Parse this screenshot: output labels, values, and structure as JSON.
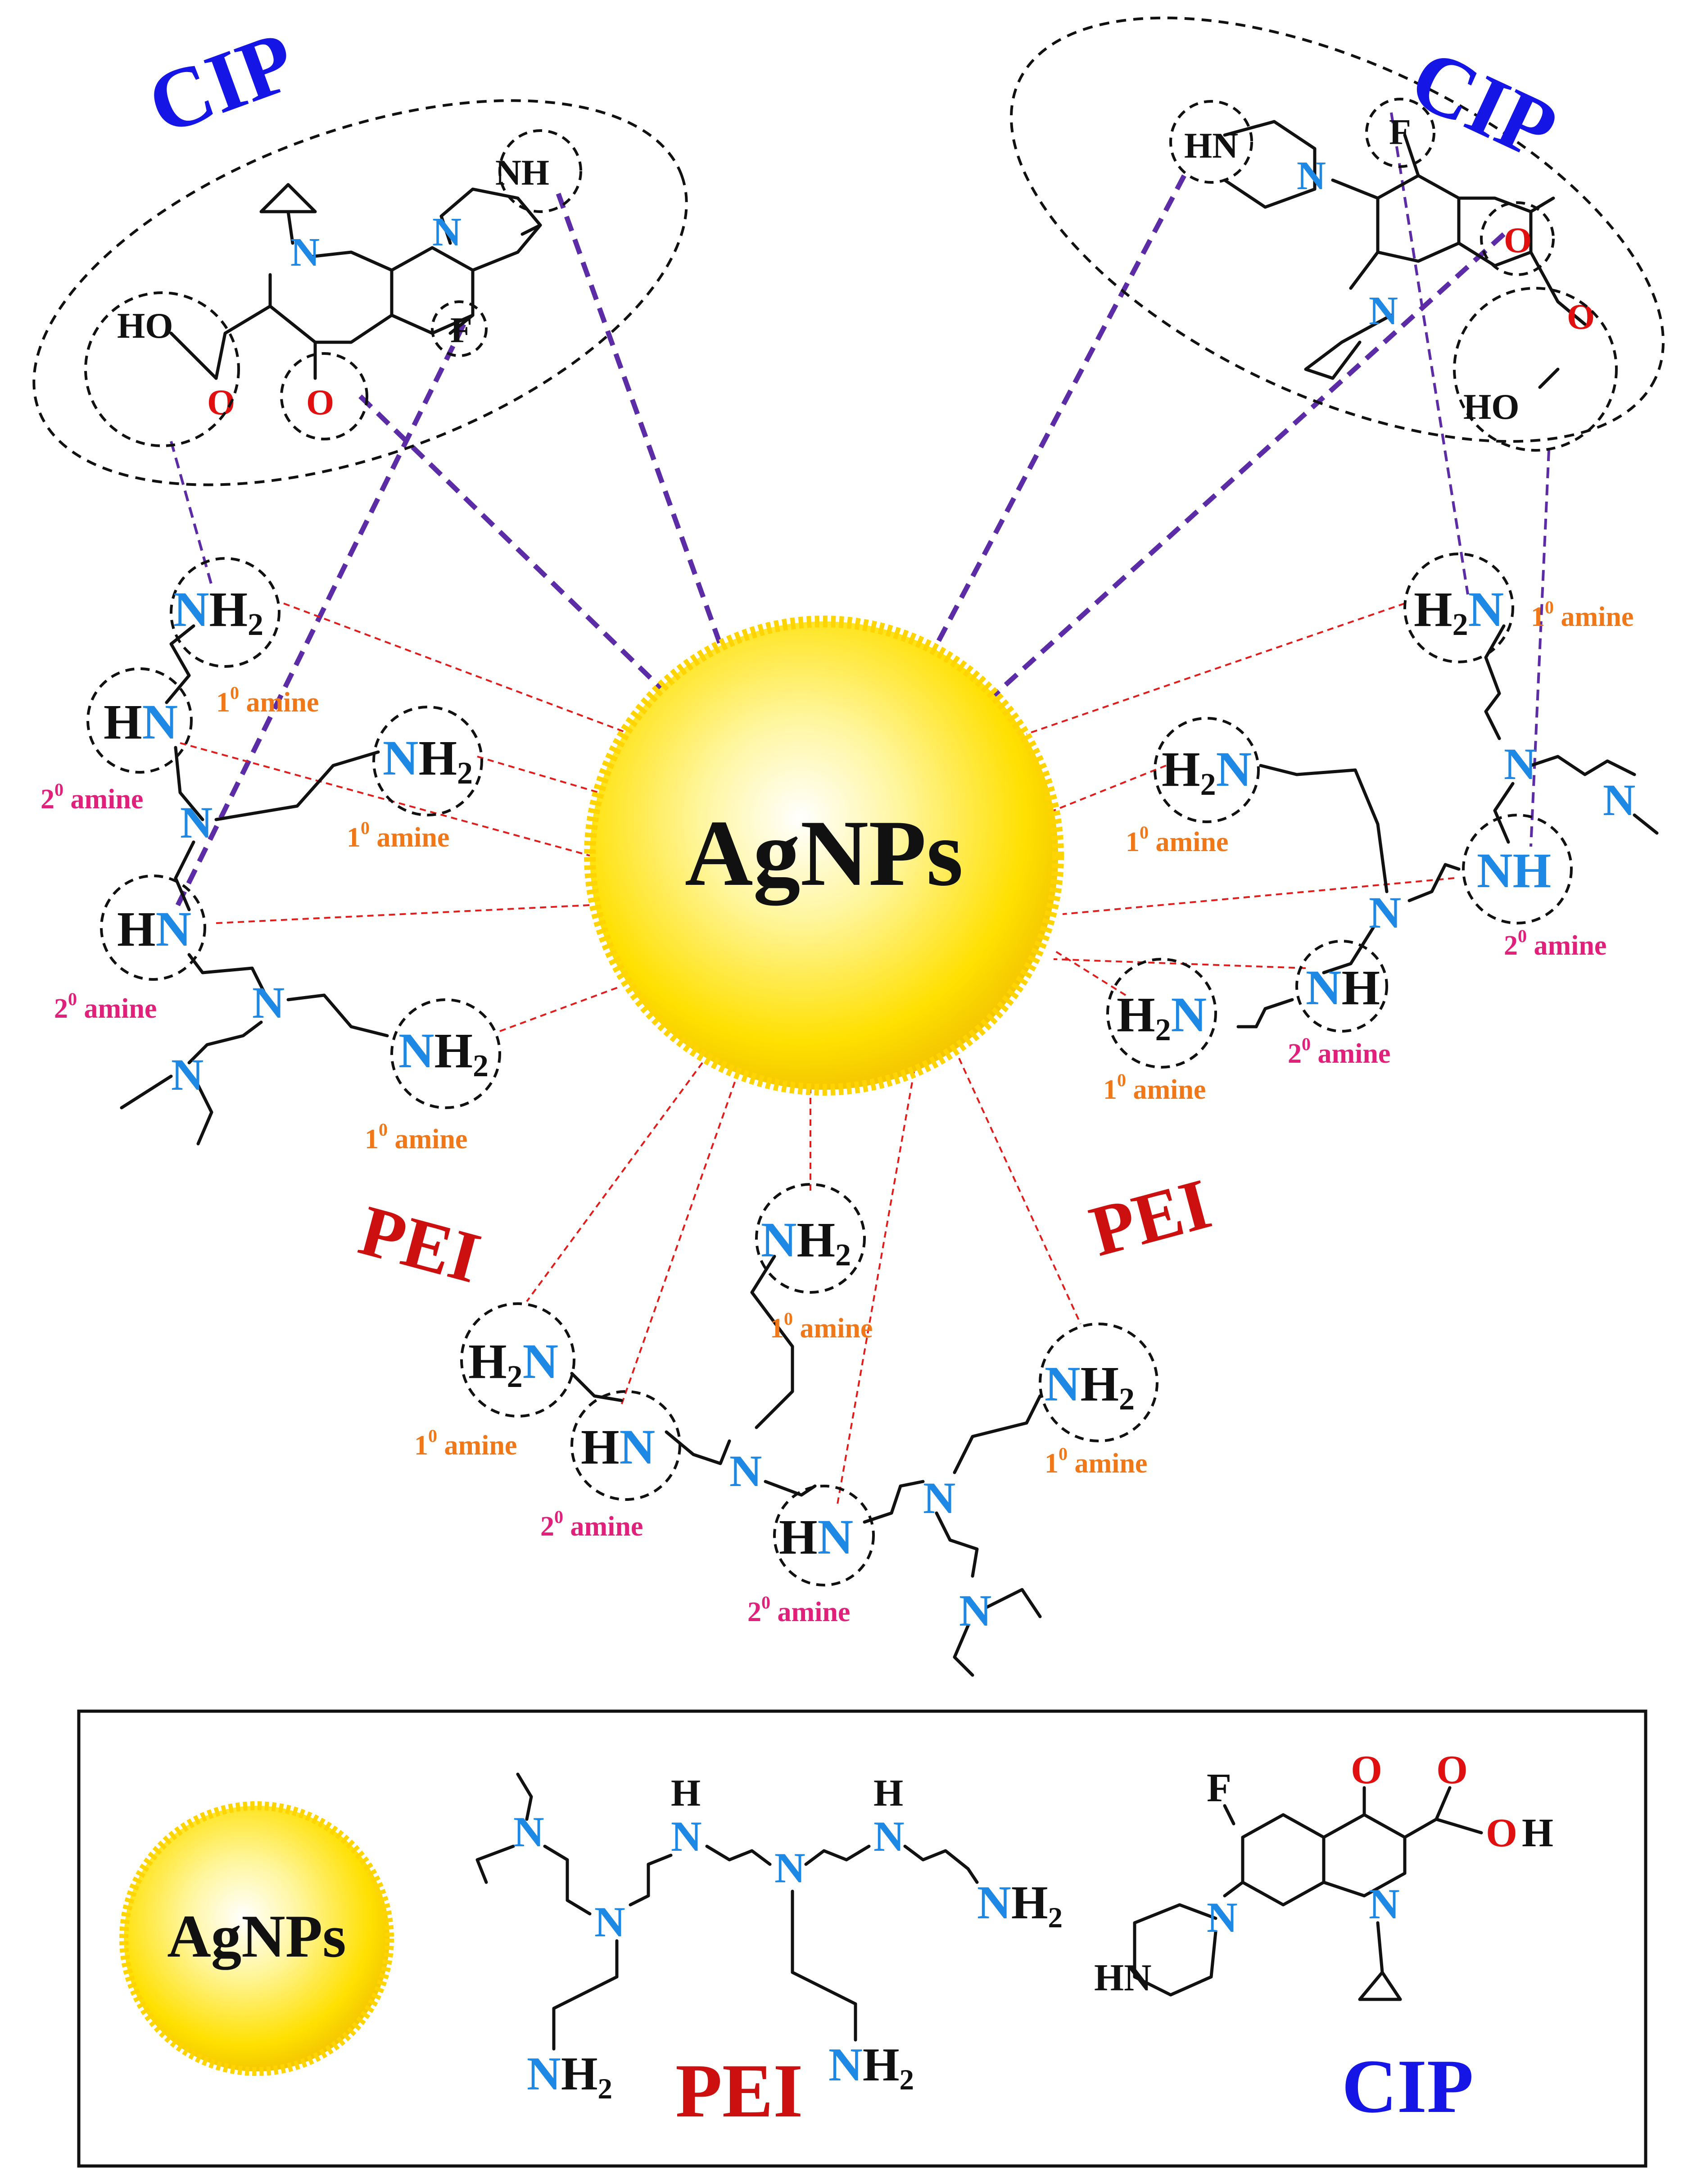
{
  "labels": {
    "agnps": "AgNPs",
    "cip": "CIP",
    "pei": "PEI",
    "primary_amine": "amine",
    "secondary_amine": "amine",
    "sup": "0",
    "primary_digit": "1",
    "secondary_digit": "2"
  },
  "atoms": {
    "N": "N",
    "H": "H",
    "H2": "H",
    "sub2": "2",
    "NH": "NH",
    "HN": "HN",
    "O": "O",
    "F": "F",
    "HO": "HO",
    "OH": "OH"
  },
  "colors": {
    "nitrogen": "#1e88e5",
    "oxygen": "#e01010",
    "primary_amine_label": "#f07818",
    "secondary_amine_label": "#e0207a",
    "cip_title": "#1515e6",
    "pei_title": "#cc1010",
    "nanoparticle": "#ffe000",
    "interaction_strong": "#5b2ca6",
    "interaction_weak": "#e21b1b"
  }
}
